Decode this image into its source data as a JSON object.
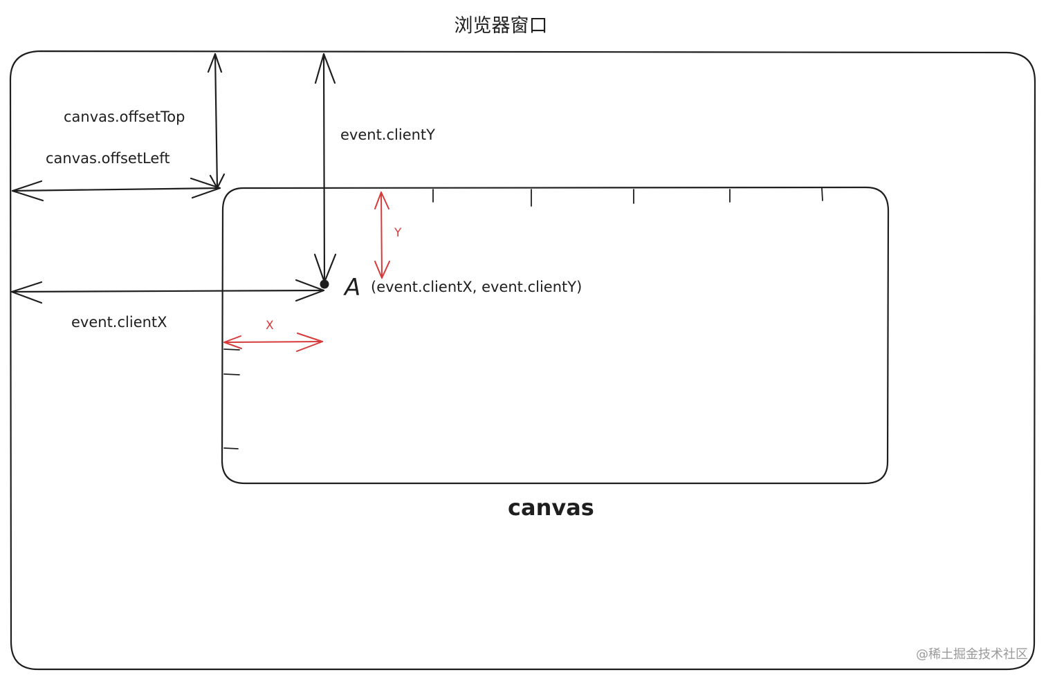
{
  "window_title": "浏览器窗口",
  "labels": {
    "offset_top": "canvas.offsetTop",
    "offset_left": "canvas.offsetLeft",
    "client_y": "event.clientY",
    "client_x": "event.clientX",
    "point_name": "A",
    "point_coords": "(event.clientX, event.clientY)",
    "local_y": "Y",
    "local_x": "X",
    "canvas": "canvas"
  },
  "watermark": "@稀土掘金技术社区",
  "colors": {
    "ink": "#1e1e1e",
    "accent": "#d63a3a",
    "watermark": "#9a9a9a"
  }
}
